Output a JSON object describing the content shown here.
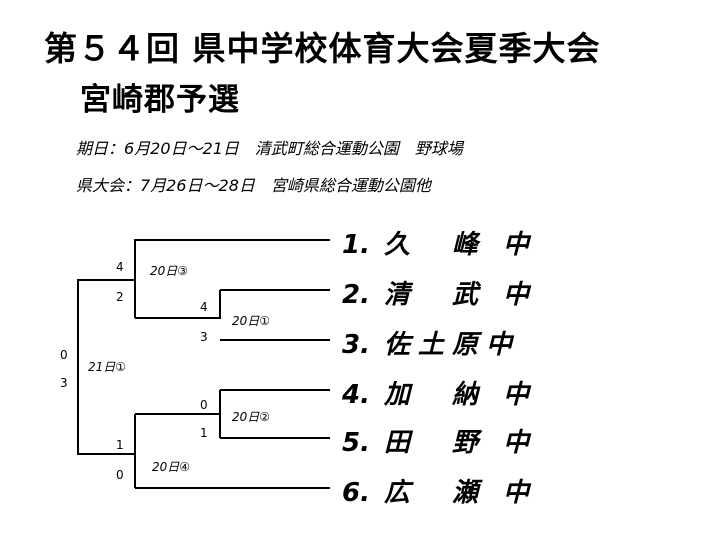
{
  "title": {
    "line1": "第５４回 県中学校体育大会夏季大会",
    "line2": "宮崎郡予選"
  },
  "info": {
    "dates": "期日：6月20日～21日　清武町総合運動公園　野球場",
    "prefectural": "県大会：7月26日～28日　宮崎県総合運動公園他"
  },
  "teams": [
    {
      "num": "1.",
      "name": "久　峰 中"
    },
    {
      "num": "2.",
      "name": "清　武 中"
    },
    {
      "num": "3.",
      "name": "佐土原中"
    },
    {
      "num": "4.",
      "name": "加　納 中"
    },
    {
      "num": "5.",
      "name": "田　野 中"
    },
    {
      "num": "6.",
      "name": "広　瀬 中"
    }
  ],
  "matches": {
    "m1": {
      "label": "20日①",
      "top_score": "4",
      "bottom_score": "3"
    },
    "m2": {
      "label": "20日②",
      "top_score": "0",
      "bottom_score": "1"
    },
    "m3": {
      "label": "20日③",
      "top_score": "4",
      "bottom_score": "2"
    },
    "m4": {
      "label": "20日④",
      "top_score": "1",
      "bottom_score": "0"
    },
    "final": {
      "label": "21日①",
      "top_score": "0",
      "bottom_score": "3"
    }
  }
}
